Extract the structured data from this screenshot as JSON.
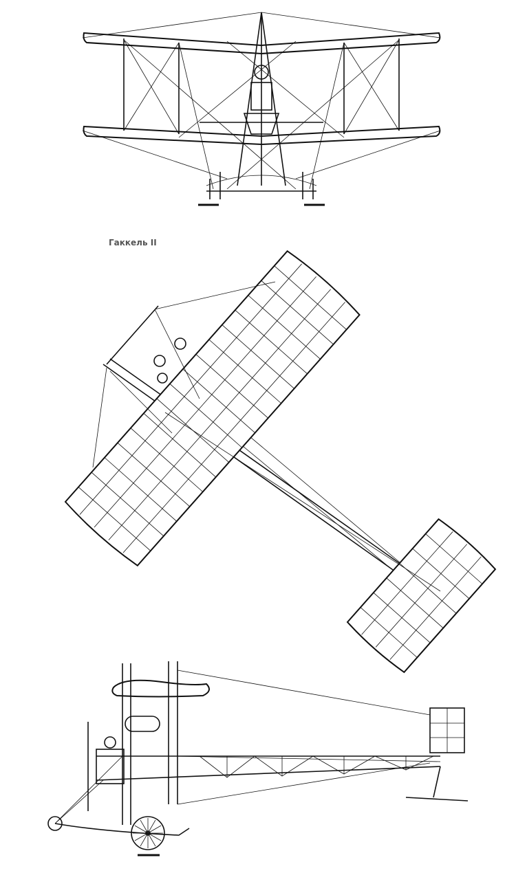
{
  "caption": "Гаккель II",
  "colors": {
    "ink": "#111111",
    "caption": "#555555",
    "background": "#ffffff"
  },
  "views": [
    "front-view",
    "top-view",
    "side-view"
  ]
}
